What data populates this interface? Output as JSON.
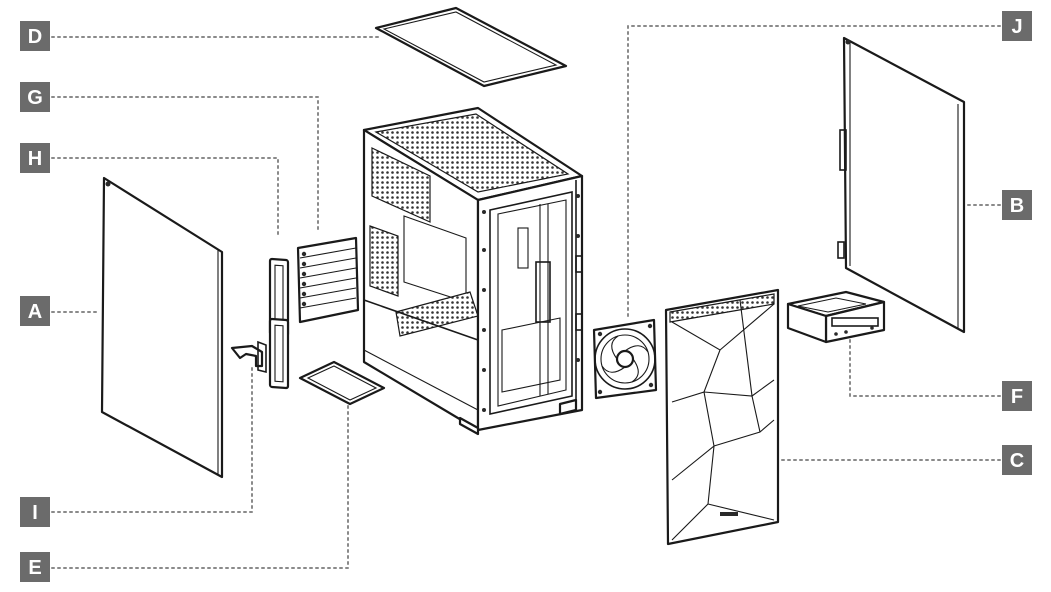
{
  "diagram": {
    "callouts": [
      {
        "id": "A",
        "label": "A",
        "part": "left side panel"
      },
      {
        "id": "B",
        "label": "B",
        "part": "right side panel"
      },
      {
        "id": "C",
        "label": "C",
        "part": "front panel"
      },
      {
        "id": "D",
        "label": "D",
        "part": "top dust filter"
      },
      {
        "id": "E",
        "label": "E",
        "part": "bottom dust filter"
      },
      {
        "id": "F",
        "label": "F",
        "part": "drive cage"
      },
      {
        "id": "G",
        "label": "G",
        "part": "expansion slot covers"
      },
      {
        "id": "H",
        "label": "H",
        "part": "vertical slot brackets"
      },
      {
        "id": "I",
        "label": "I",
        "part": "bracket"
      },
      {
        "id": "J",
        "label": "J",
        "part": "fan"
      }
    ],
    "colors": {
      "badge": "#6b6b6b",
      "leader": "#8a8a8a",
      "line": "#1a1a1a"
    }
  }
}
